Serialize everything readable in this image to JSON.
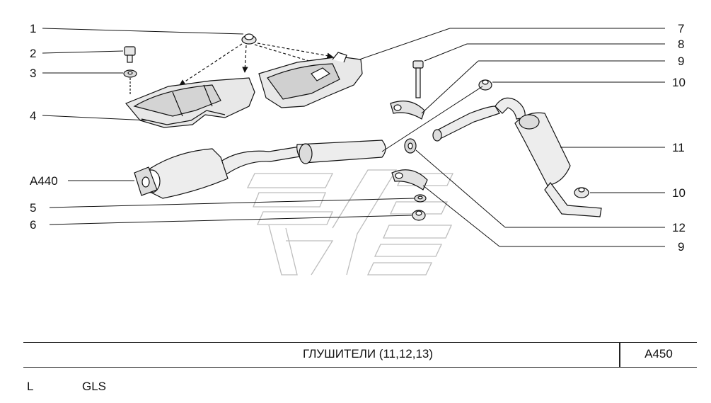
{
  "title": "ГЛУШИТЕЛИ (11,12,13)",
  "sheet_code": "A450",
  "footer": {
    "left": "L",
    "model": "GLS"
  },
  "callouts_left": [
    "1",
    "2",
    "3",
    "4",
    "A440",
    "5",
    "6"
  ],
  "callouts_right": [
    "7",
    "8",
    "9",
    "10",
    "11",
    "10",
    "12",
    "9"
  ]
}
